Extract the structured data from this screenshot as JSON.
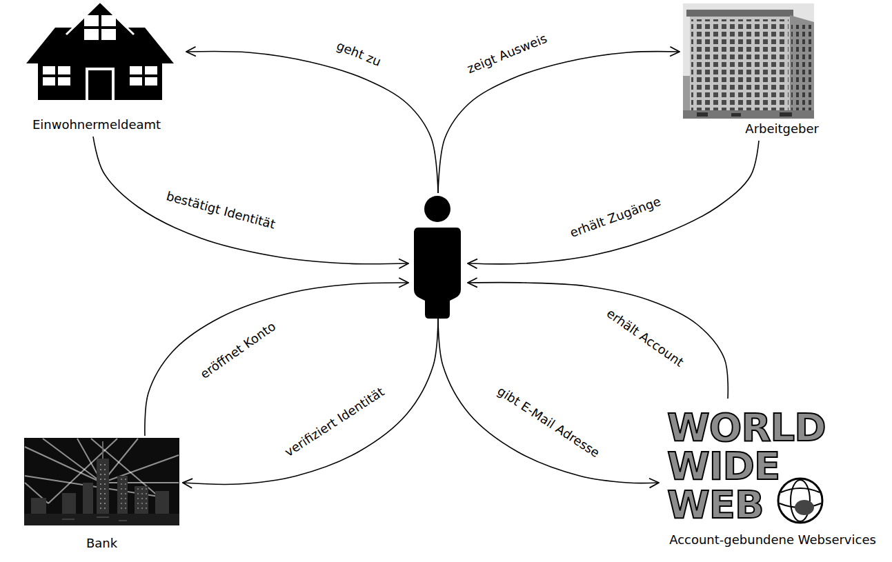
{
  "diagram": {
    "nodes": [
      {
        "text": [
          "Einwohnermeldeamt"
        ]
      },
      {
        "text": [
          "Arbeitgeber"
        ]
      },
      {
        "text": []
      },
      {
        "text": [
          "Bank"
        ]
      },
      {
        "text": [
          "WORLD WIDE WEB",
          "Account-gebundene Webservices"
        ]
      }
    ],
    "edges": [
      {
        "from": 2,
        "to": 0,
        "label": "geht zu",
        "arrow": "to"
      },
      {
        "from": 2,
        "to": 1,
        "label": "zeigt Ausweis",
        "arrow": "to"
      },
      {
        "from": 0,
        "to": 2,
        "label": "bestätigt Identität",
        "arrow": "to"
      },
      {
        "from": 1,
        "to": 2,
        "label": "erhält Zugänge",
        "arrow": "to"
      },
      {
        "from": 3,
        "to": 2,
        "label": "eröffnet Konto",
        "arrow": "to"
      },
      {
        "from": 2,
        "to": 3,
        "label": "verifiziert Identität",
        "arrow": "to"
      },
      {
        "from": 2,
        "to": 4,
        "label": "gibt E-Mail Adresse",
        "arrow": "to"
      },
      {
        "from": 4,
        "to": 2,
        "label": "erhält Account",
        "arrow": "to"
      }
    ]
  }
}
